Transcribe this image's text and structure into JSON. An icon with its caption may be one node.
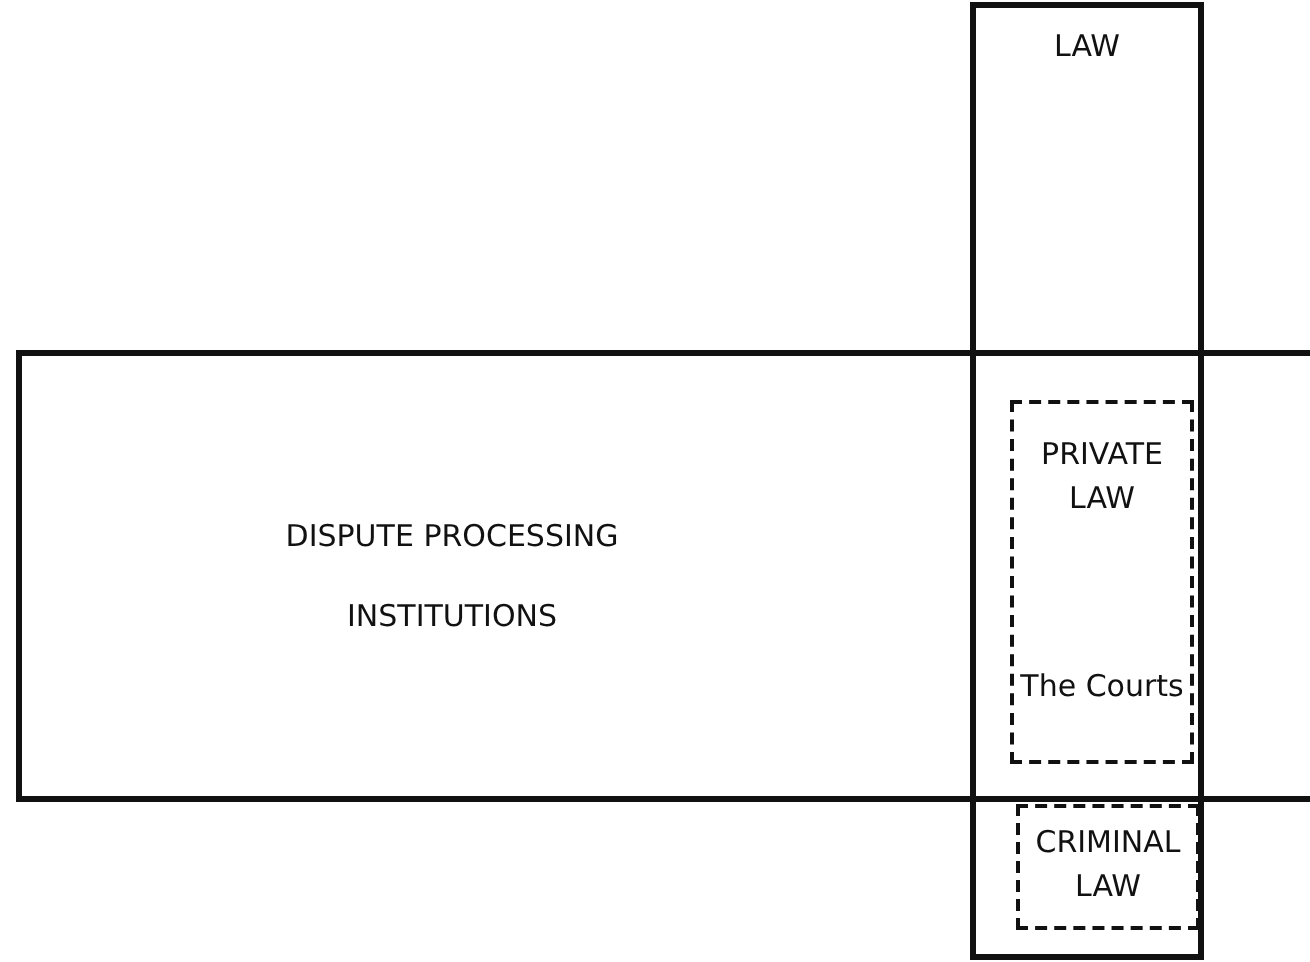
{
  "diagram": {
    "nodes": [
      {
        "text": [
          "LAW"
        ]
      },
      {
        "text": [
          "DISPUTE PROCESSING INSTITUTIONS"
        ]
      },
      {
        "text": [
          "PRIVATE LAW",
          "The Courts"
        ]
      },
      {
        "text": [
          "CRIMINAL LAW"
        ],
        "in": 0
      }
    ]
  }
}
